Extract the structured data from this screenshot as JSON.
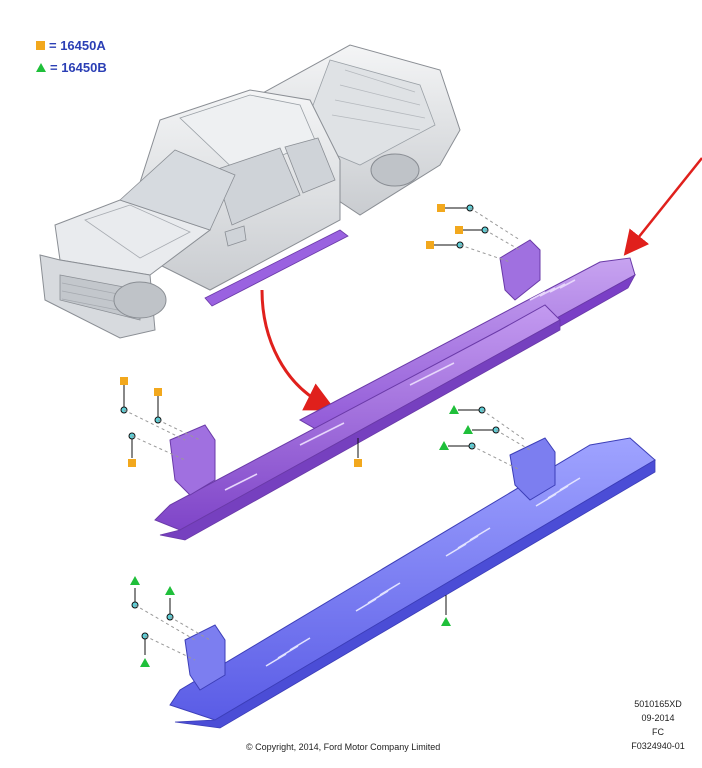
{
  "legend": [
    {
      "symbol": "square",
      "label": "= 16450A"
    },
    {
      "symbol": "triangle",
      "label": "= 16450B"
    }
  ],
  "colors": {
    "square_marker": "#f2a81d",
    "triangle_marker": "#1fbf3a",
    "legend_text": "#2b3fb5",
    "running_board_upper": "#a477e0",
    "running_board_middle": "#9a62e0",
    "running_board_lower": "#6f6ef0",
    "arrow": "#e0201c",
    "fastener": "#5fd0d8",
    "truck_body": "#e6e8ea"
  },
  "footer": {
    "copyright": "© Copyright, 2014, Ford Motor Company Limited",
    "ref_lines": [
      "5010165XD",
      "09-2014",
      "FC",
      "F0324940-01"
    ]
  }
}
